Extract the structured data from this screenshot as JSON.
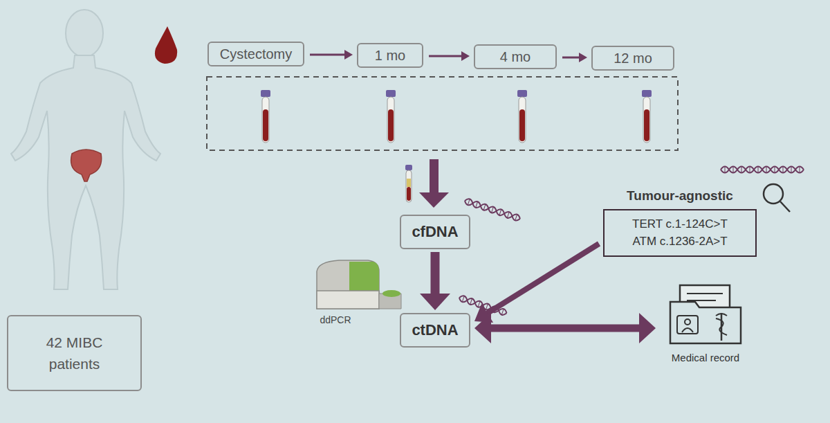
{
  "diagram": {
    "nodes": [
      {
        "text": [
          "Cystectomy"
        ]
      },
      {
        "text": [
          "1 mo"
        ]
      },
      {
        "text": [
          "4 mo"
        ]
      },
      {
        "text": [
          "12 mo"
        ]
      },
      {
        "text": [
          "cfDNA"
        ]
      },
      {
        "text": [
          "Tumour-agnostic",
          "TERT c.1-124C>T ATM c.1236-2A>T"
        ]
      },
      {
        "text": [
          "ctDNA"
        ]
      },
      {
        "text": [
          "Medical record"
        ]
      },
      {
        "text": [
          "42 MIBC patients"
        ]
      }
    ],
    "edges": [
      {
        "from": 0,
        "to": 1,
        "arrow": "to"
      },
      {
        "from": 1,
        "to": 2,
        "arrow": "to"
      },
      {
        "from": 2,
        "to": 3,
        "arrow": "to"
      },
      {
        "from": 4,
        "to": 6,
        "arrow": "to"
      },
      {
        "from": 5,
        "to": 6,
        "arrow": "to"
      },
      {
        "from": 6,
        "to": 7,
        "arrow": "both"
      }
    ],
    "labels": [
      "ddPCR"
    ]
  }
}
